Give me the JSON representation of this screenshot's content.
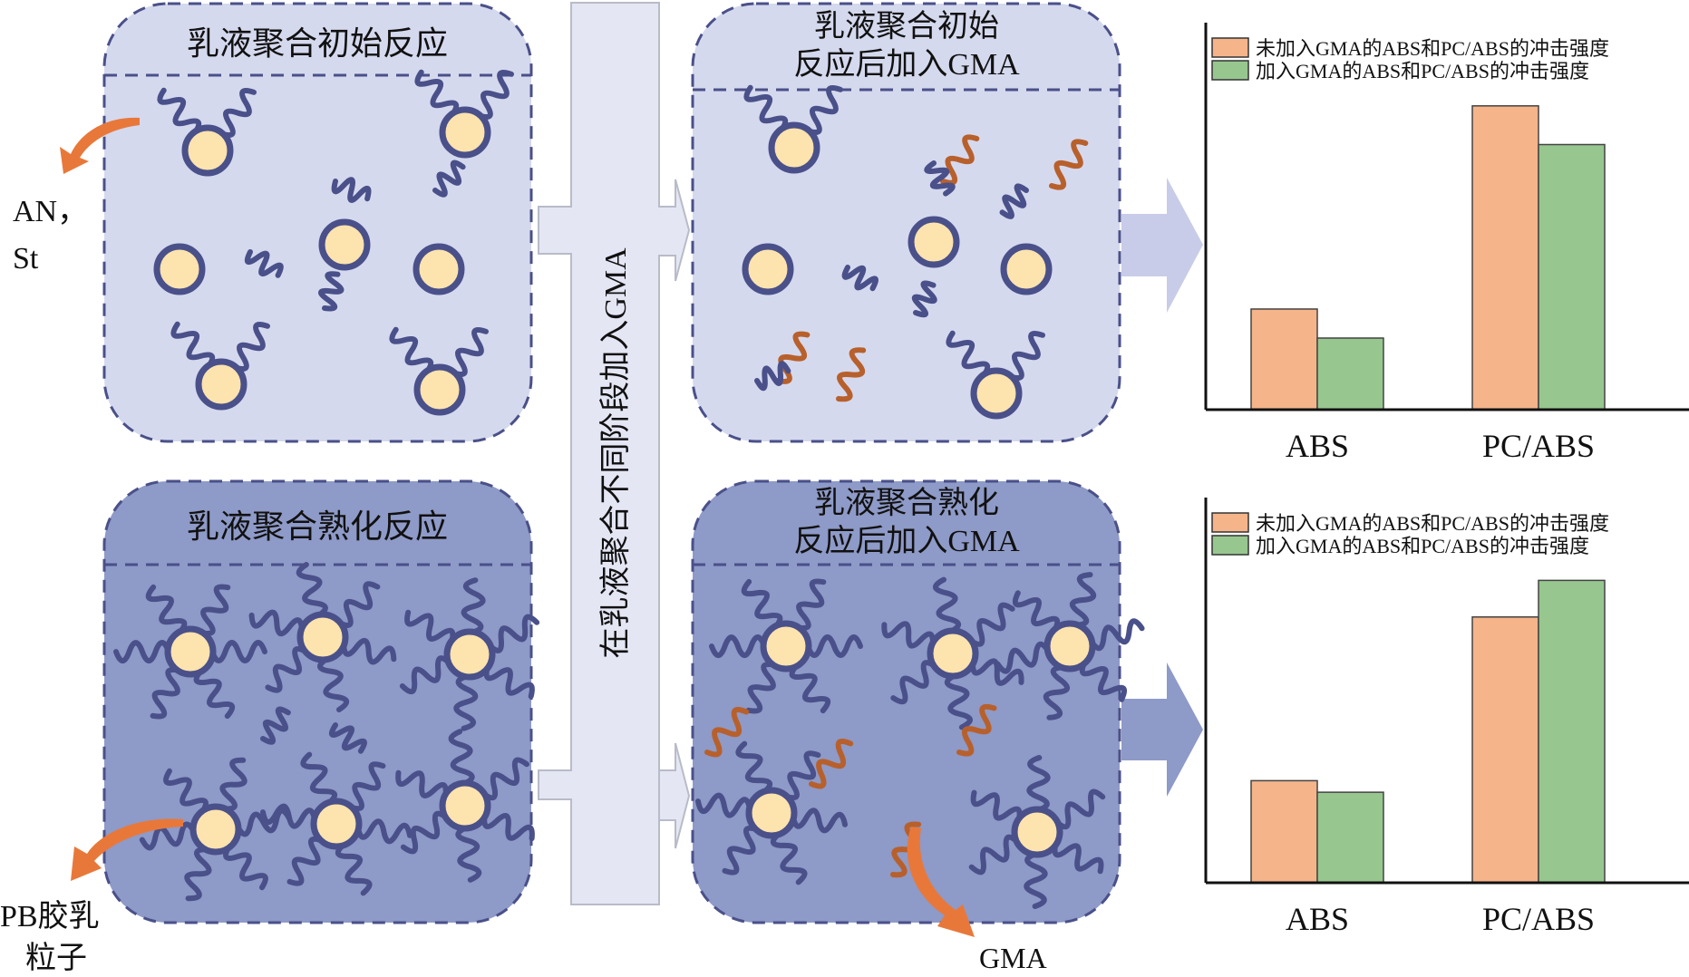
{
  "panels": {
    "top_left_title": "乳液聚合初始反应",
    "bottom_left_title": "乳液聚合熟化反应",
    "top_right_title_line1": "乳液聚合初始",
    "top_right_title_line2": "反应后加入GMA",
    "bottom_right_title_line1": "乳液聚合熟化",
    "bottom_right_title_line2": "反应后加入GMA"
  },
  "middle_arrow_label": "在乳液聚合不同阶段加入GMA",
  "labels": {
    "monomer_line1": "AN，",
    "monomer_line2": "St",
    "pb_line1": "PB胶乳",
    "pb_line2": "粒子",
    "gma": "GMA"
  },
  "colors": {
    "light_panel": "#d5d9ee",
    "dark_panel": "#8e9ac7",
    "chain": "#4a5089",
    "particle": "#fde3ad",
    "gma_chain": "#b8602c",
    "arrow_orange": "#e8783a",
    "bar_orange": "#f5b48a",
    "bar_green": "#97c78f"
  },
  "chart_data": [
    {
      "type": "bar",
      "title": "",
      "xlabel": "",
      "ylabel": "",
      "categories": [
        "ABS",
        "PC/ABS"
      ],
      "ylim": [
        0,
        100
      ],
      "legend_position": "top-left",
      "series": [
        {
          "name": "未加入GMA的ABS和PC/ABS的冲击强度",
          "values": [
            26,
            78.5
          ]
        },
        {
          "name": "加入GMA的ABS和PC/ABS的冲击强度",
          "values": [
            18.5,
            68.5
          ]
        }
      ]
    },
    {
      "type": "bar",
      "title": "",
      "xlabel": "",
      "ylabel": "",
      "categories": [
        "ABS",
        "PC/ABS"
      ],
      "ylim": [
        0,
        100
      ],
      "legend_position": "top-left",
      "series": [
        {
          "name": "未加入GMA的ABS和PC/ABS的冲击强度",
          "values": [
            26.5,
            69
          ]
        },
        {
          "name": "加入GMA的ABS和PC/ABS的冲击强度",
          "values": [
            23.5,
            78.5
          ]
        }
      ]
    }
  ]
}
